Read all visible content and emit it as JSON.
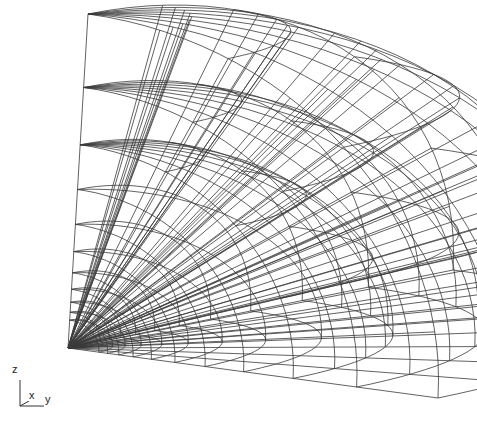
{
  "diagram": {
    "labels": [
      "z",
      "x",
      "y"
    ]
  }
}
